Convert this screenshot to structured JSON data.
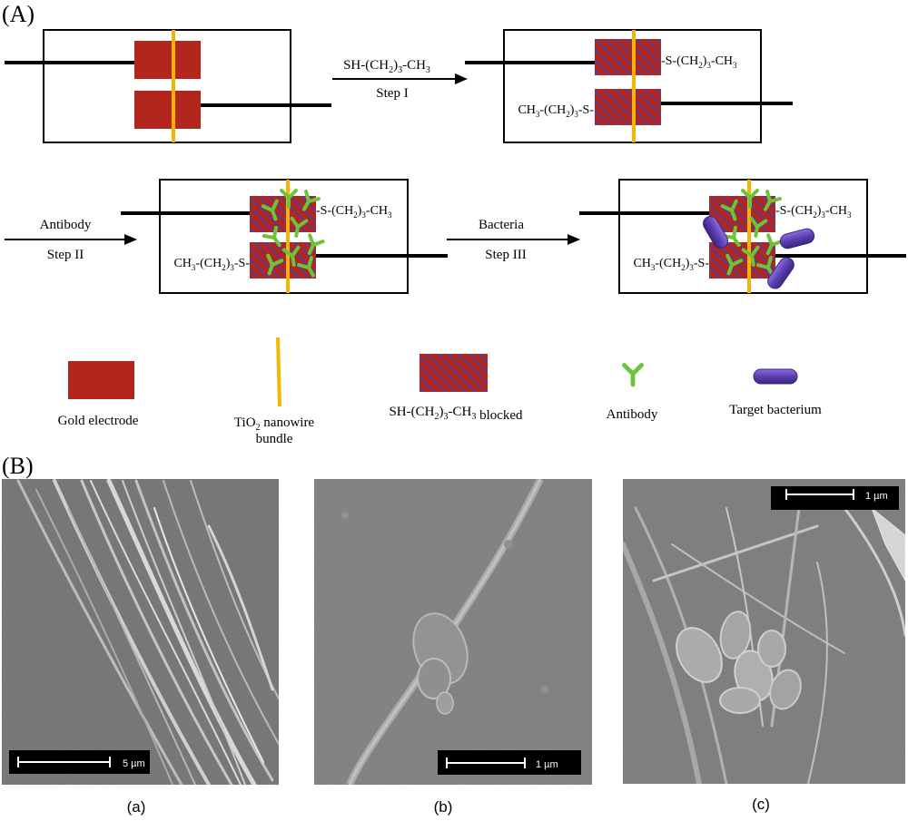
{
  "panel_a_label": "(A)",
  "panel_b_label": "(B)",
  "steps": {
    "step1_reagent": "SH-(CH2)3-CH3",
    "step1_name": "Step I",
    "step2_reagent": "Antibody",
    "step2_name": "Step II",
    "step3_reagent": "Bacteria",
    "step3_name": "Step III"
  },
  "chem_labels": {
    "right_group": "-S-(CH2)3-CH3",
    "left_group": "CH3-(CH2)3-S-"
  },
  "legend": {
    "gold_electrode": "Gold electrode",
    "nanowire_line1": "TiO2 nanowire",
    "nanowire_line2": "bundle",
    "blocked": "SH-(CH2)3-CH3 blocked",
    "antibody": "Antibody",
    "bacterium": "Target bacterium"
  },
  "micrographs": {
    "a": {
      "caption": "(a)",
      "scale": "5 µm"
    },
    "b": {
      "caption": "(b)",
      "scale": "1 µm"
    },
    "c": {
      "caption": "(c)",
      "scale": "1 µm"
    }
  },
  "colors": {
    "gold_electrode": "#b3261e",
    "nanowire": "#f5b400",
    "hatch": "#4a3ea0",
    "antibody": "#6cc43a",
    "bacterium": "#5b3fb0"
  }
}
